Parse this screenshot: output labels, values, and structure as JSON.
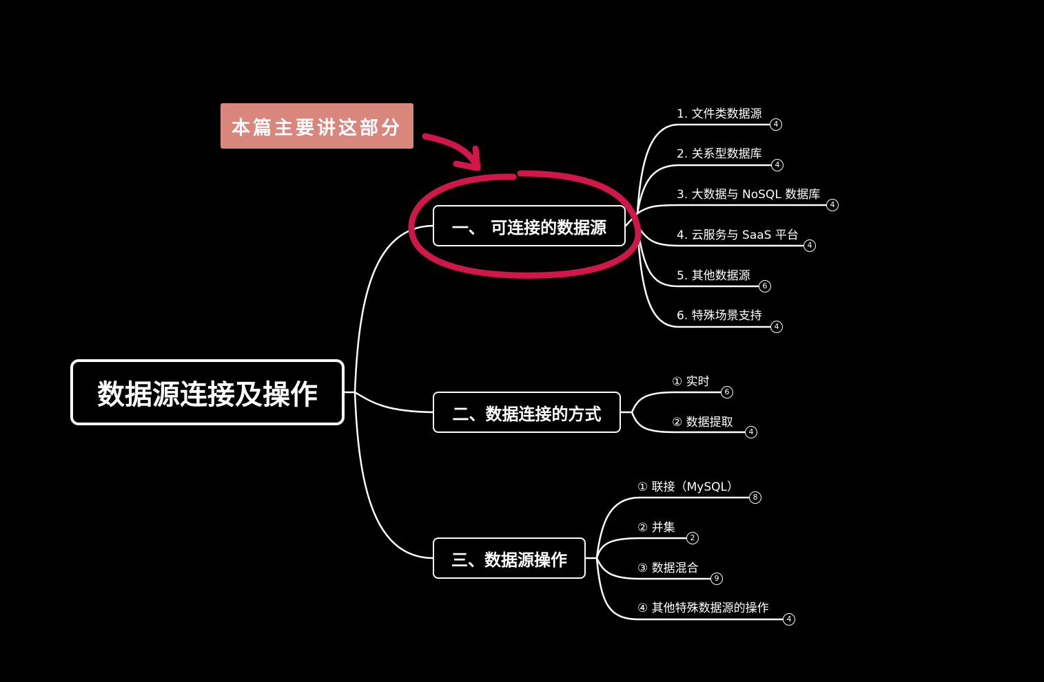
{
  "root": {
    "label": "数据源连接及操作"
  },
  "callout": {
    "text": "本篇主要讲这部分"
  },
  "branches": [
    {
      "label": "一、 可连接的数据源",
      "children": [
        {
          "label": "1. 文件类数据源",
          "count": "4"
        },
        {
          "label": "2. 关系型数据库",
          "count": "4"
        },
        {
          "label": "3. 大数据与 NoSQL 数据库",
          "count": "4"
        },
        {
          "label": "4. 云服务与 SaaS 平台",
          "count": "4"
        },
        {
          "label": "5. 其他数据源",
          "count": "6"
        },
        {
          "label": "6. 特殊场景支持",
          "count": "4"
        }
      ]
    },
    {
      "label": "二、数据连接的方式",
      "children": [
        {
          "label": "① 实时",
          "count": "6"
        },
        {
          "label": "② 数据提取",
          "count": "4"
        }
      ]
    },
    {
      "label": "三、数据源操作",
      "children": [
        {
          "label": "① 联接（MySQL）",
          "count": "8"
        },
        {
          "label": "② 并集",
          "count": "2"
        },
        {
          "label": "③ 数据混合",
          "count": "9"
        },
        {
          "label": "④ 其他特殊数据源的操作",
          "count": "4"
        }
      ]
    }
  ],
  "colors": {
    "background": "#000000",
    "line": "#ffffff",
    "highlight": "#d0174a",
    "callout": "#d9867c"
  }
}
